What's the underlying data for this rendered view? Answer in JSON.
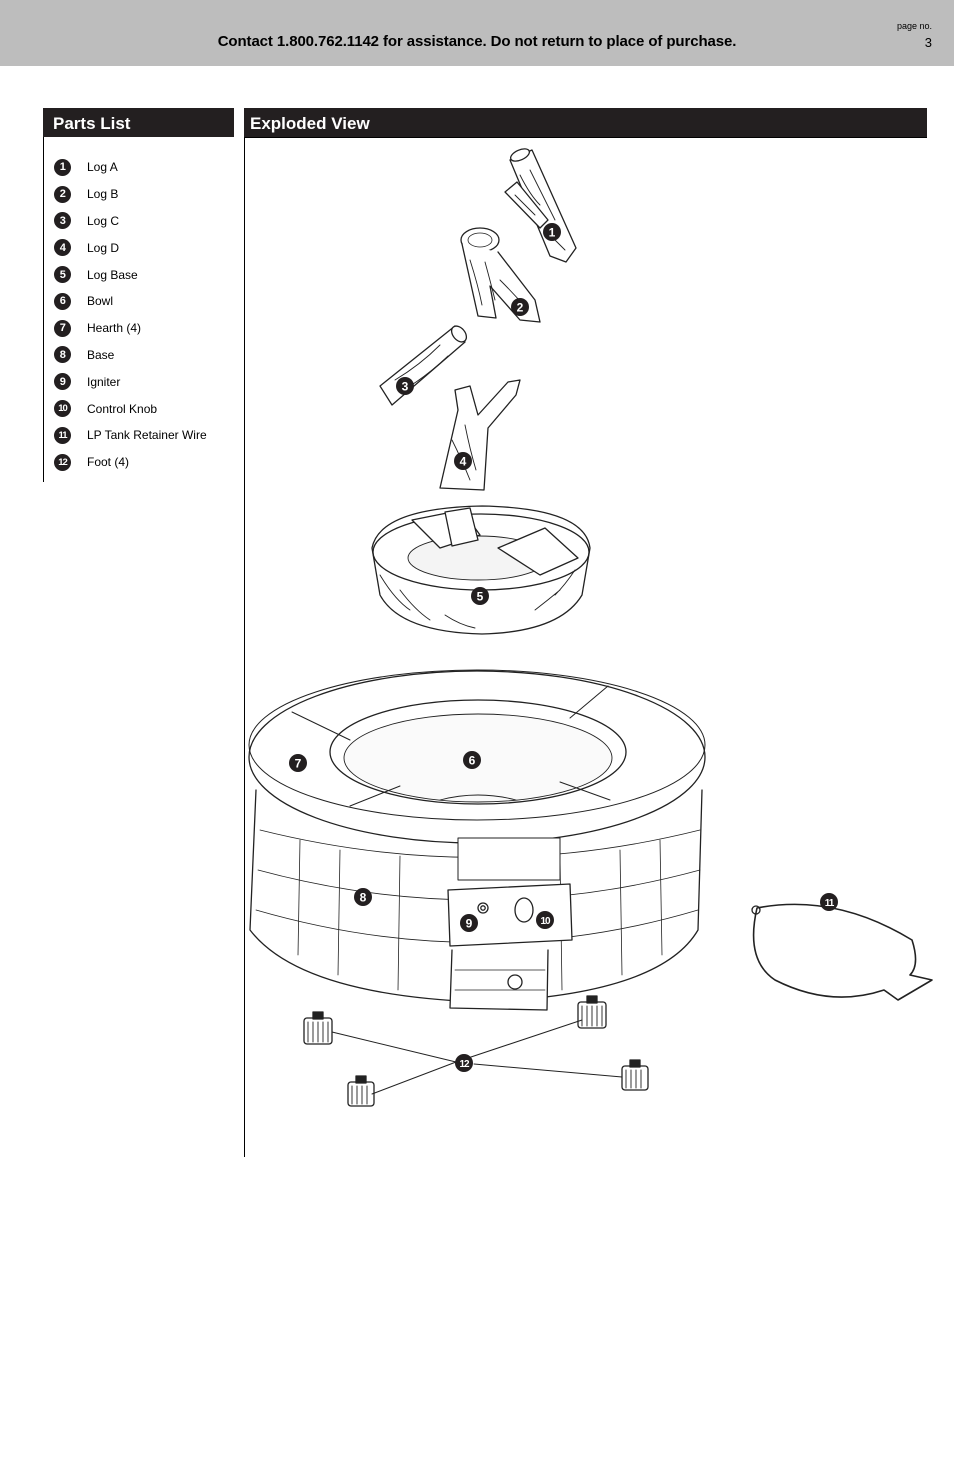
{
  "header": {
    "contact": "Contact 1.800.762.1142 for assistance. Do not return to place of purchase.",
    "page_label": "page no.",
    "page_number": "3"
  },
  "parts_list": {
    "title": "Parts List",
    "items": [
      {
        "num": "1",
        "name": "Log A"
      },
      {
        "num": "2",
        "name": "Log B"
      },
      {
        "num": "3",
        "name": "Log C"
      },
      {
        "num": "4",
        "name": "Log D"
      },
      {
        "num": "5",
        "name": "Log Base"
      },
      {
        "num": "6",
        "name": "Bowl"
      },
      {
        "num": "7",
        "name": "Hearth (4)"
      },
      {
        "num": "8",
        "name": "Base"
      },
      {
        "num": "9",
        "name": "Igniter"
      },
      {
        "num": "10",
        "name": "Control Knob"
      },
      {
        "num": "11",
        "name": "LP Tank Retainer Wire"
      },
      {
        "num": "12",
        "name": "Foot (4)"
      }
    ]
  },
  "exploded_view": {
    "title": "Exploded View",
    "callouts": [
      "1",
      "2",
      "3",
      "4",
      "5",
      "6",
      "7",
      "8",
      "9",
      "10",
      "11",
      "12"
    ]
  }
}
